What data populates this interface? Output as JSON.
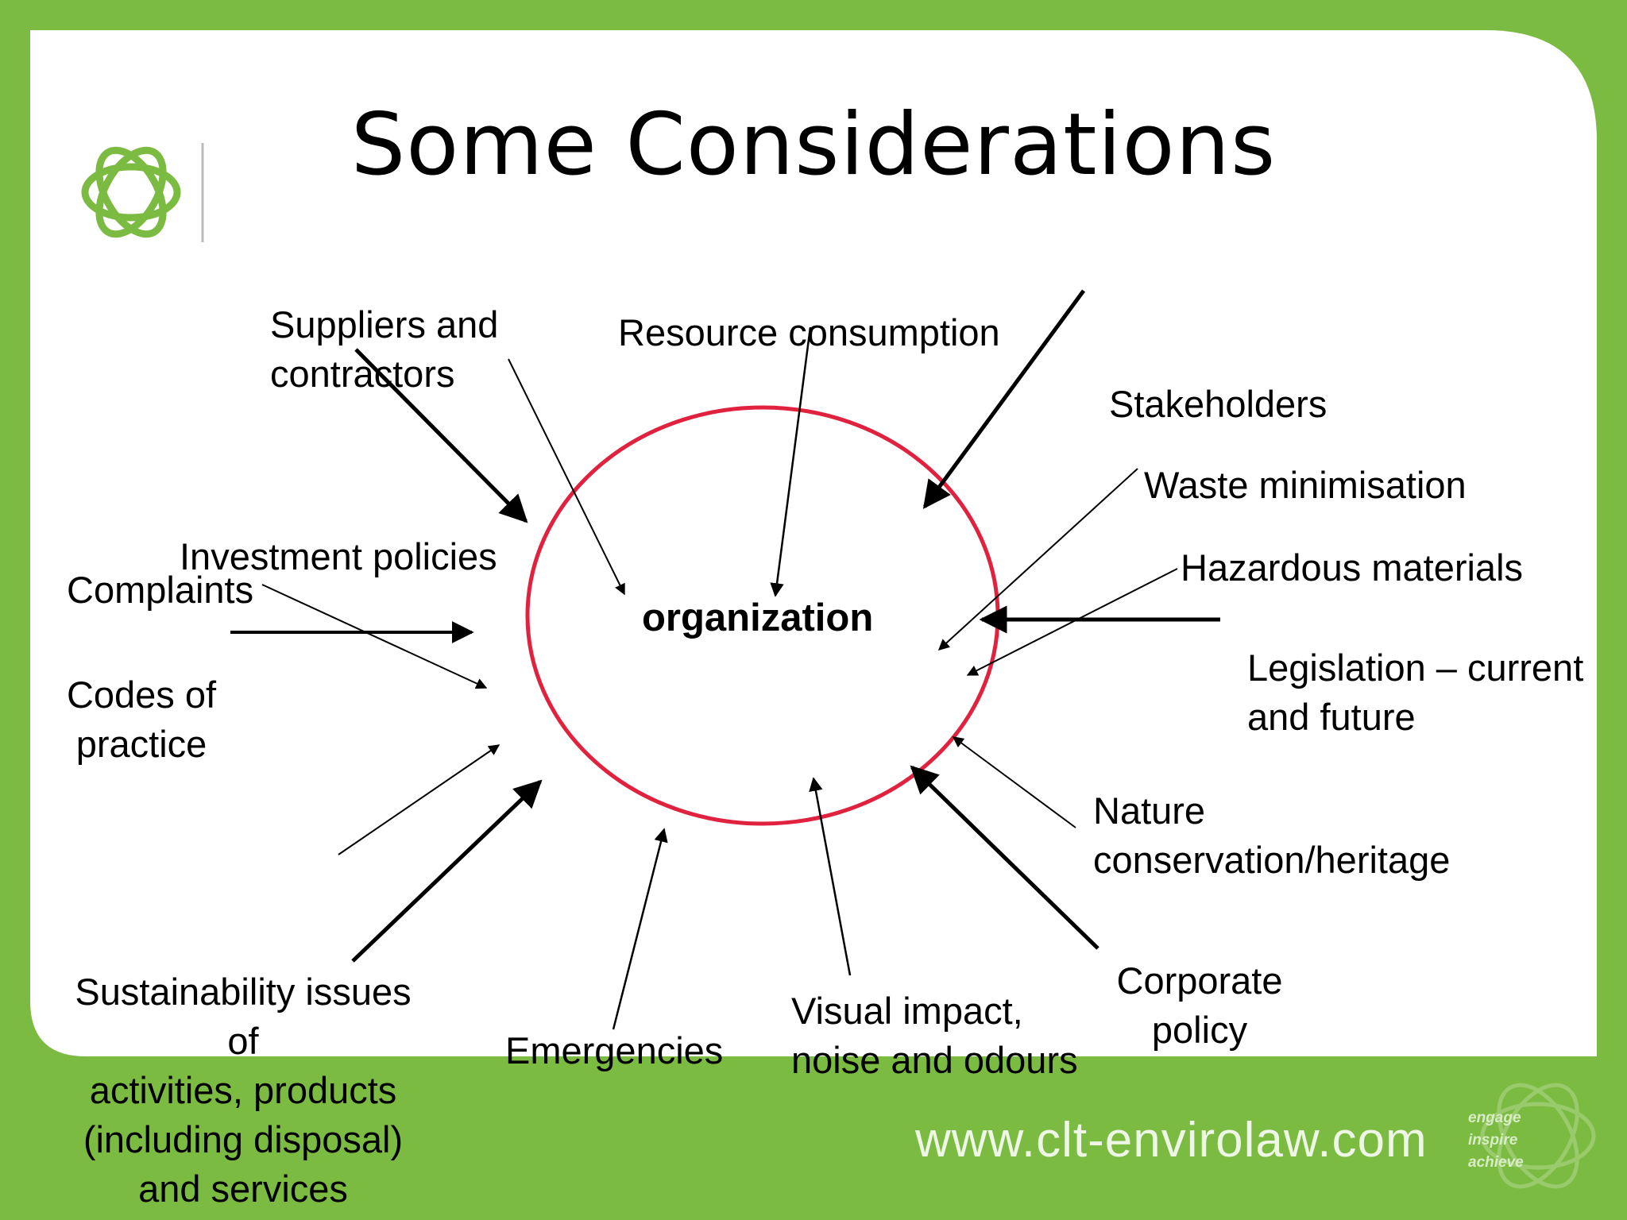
{
  "title": "Some Considerations",
  "center_label": "organization",
  "labels": {
    "suppliers": "Suppliers and\ncontractors",
    "resource": "Resource consumption",
    "stakeholders": "Stakeholders",
    "waste": "Waste minimisation",
    "hazardous": "Hazardous materials",
    "legislation": "Legislation – current\nand future",
    "nature": "Nature\nconservation/heritage",
    "corporate": "Corporate\npolicy",
    "visual": "Visual impact,\nnoise and odours",
    "emergencies": "Emergencies",
    "sustainability": "Sustainability issues\nof\nactivities, products\n(including disposal)\nand services",
    "codes": "Codes of\npractice",
    "complaints": "Complaints",
    "investment": "Investment policies"
  },
  "footer": {
    "url": "www.clt-envirolaw.com",
    "tagline": "engage\ninspire\nachieve"
  },
  "colors": {
    "background": "#7cbb42",
    "panel": "#ffffff",
    "circle": "#e0223f",
    "logo": "#7cbb42"
  }
}
